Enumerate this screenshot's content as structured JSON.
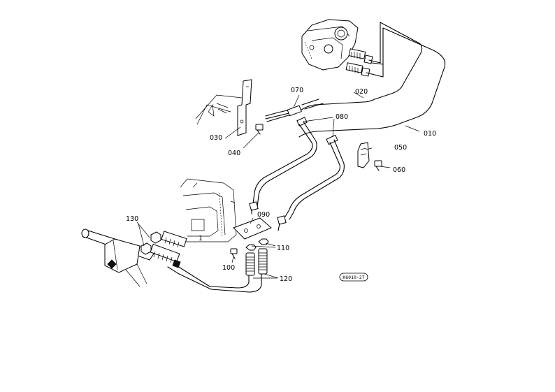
{
  "labels": {
    "p010": "010",
    "p020": "020",
    "p030": "030",
    "p040": "040",
    "p050": "050",
    "p060": "060",
    "p070": "070",
    "p080": "080",
    "p090": "090",
    "p100": "100",
    "p110": "110",
    "p120": "120",
    "p130": "130",
    "view": "1"
  },
  "figure_code": "K6010-27"
}
